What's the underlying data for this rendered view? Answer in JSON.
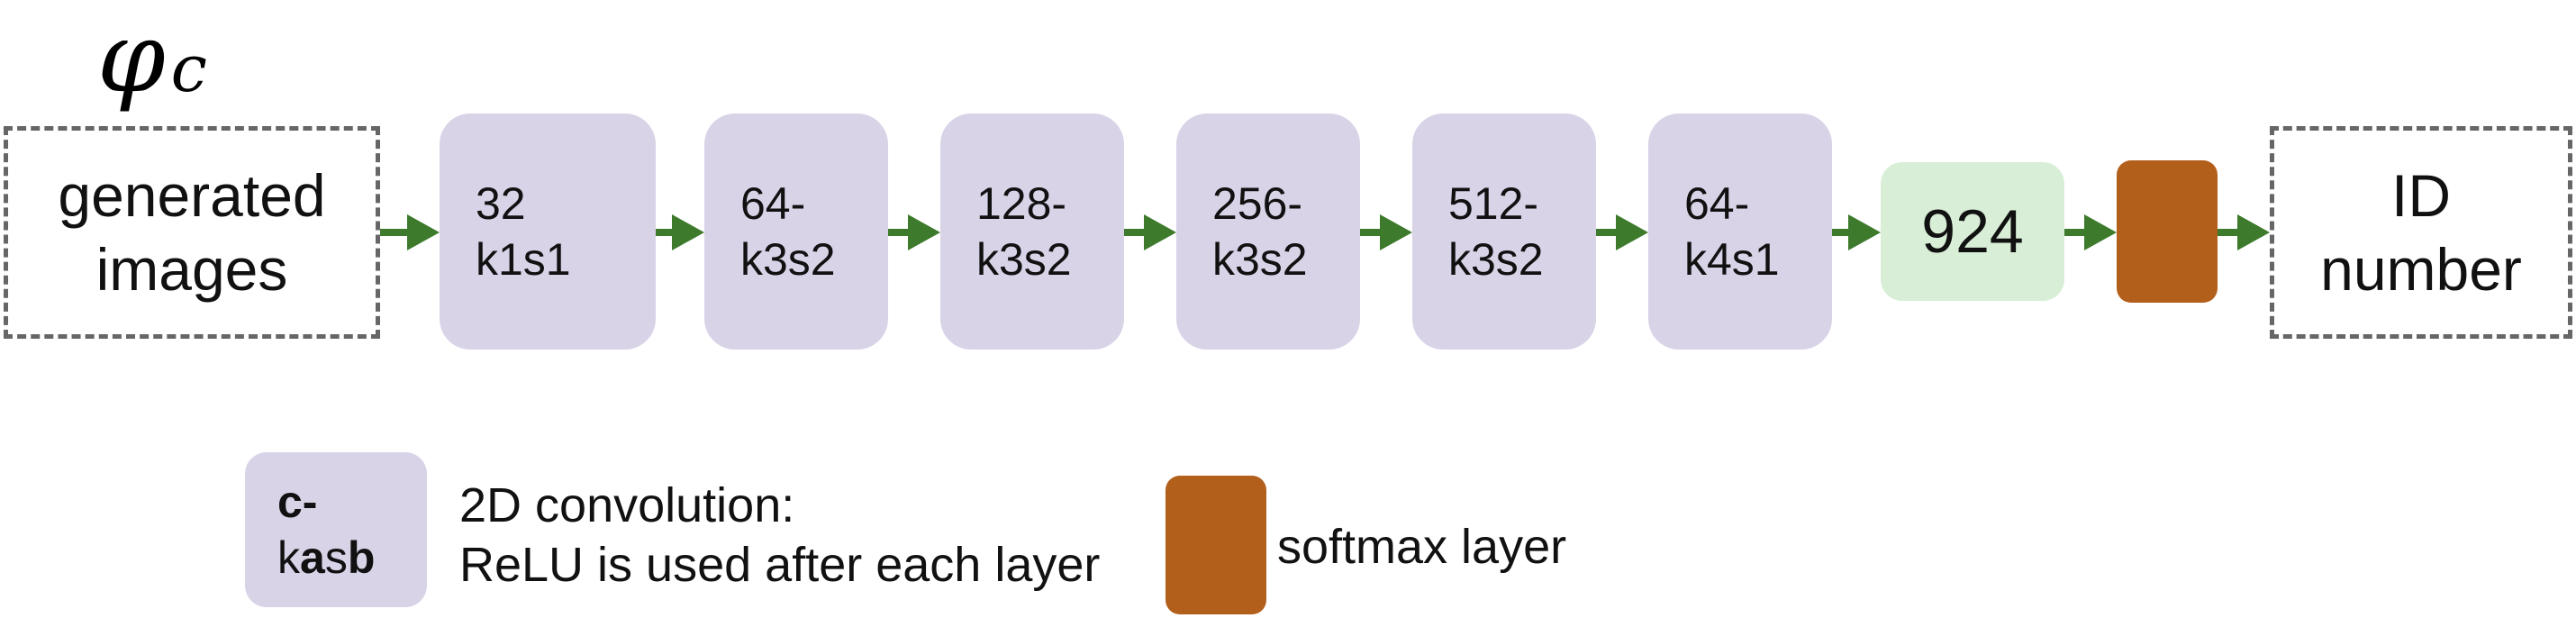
{
  "network": {
    "symbol": "φ",
    "symbol_subscript": "c",
    "input_label_line1": "generated",
    "input_label_line2": "images",
    "layers": [
      {
        "line1": "32",
        "line2": "k1s1"
      },
      {
        "line1": "64-",
        "line2": "k3s2"
      },
      {
        "line1": "128-",
        "line2": "k3s2"
      },
      {
        "line1": "256-",
        "line2": "k3s2"
      },
      {
        "line1": "512-",
        "line2": "k3s2"
      },
      {
        "line1": "64-",
        "line2": "k4s1"
      }
    ],
    "fc_label": "924",
    "output_label_line1": "ID",
    "output_label_line2": "number"
  },
  "legend": {
    "conv_box_line1": "c-",
    "conv_box_k": "k",
    "conv_box_a": "a",
    "conv_box_s": "s",
    "conv_box_b": "b",
    "conv_desc_line1": "2D convolution:",
    "conv_desc_line2": "ReLU is used after each layer",
    "softmax_label": "softmax layer"
  },
  "colors": {
    "conv_fill": "#d9d3e8",
    "fc_fill": "#d8eed6",
    "softmax_fill": "#b35f1c",
    "arrow": "#3d7a2c",
    "dashed_border": "#666666"
  }
}
